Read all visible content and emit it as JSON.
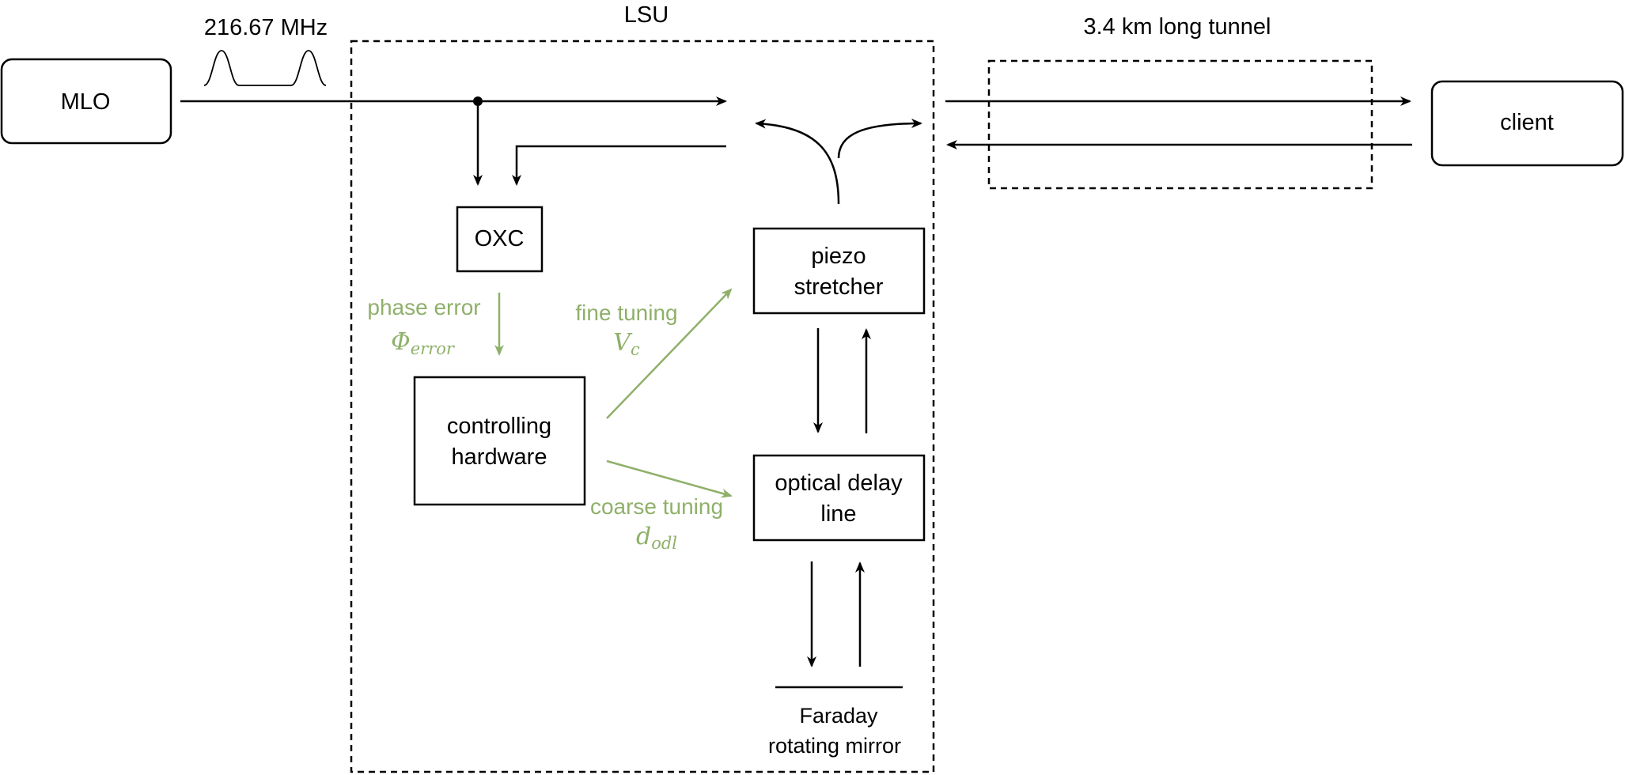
{
  "colors": {
    "line": "#000000",
    "control": "#8fb06a",
    "background": "#ffffff"
  },
  "pulse_label": "216.67 MHz",
  "lsu_label": "LSU",
  "tunnel_label": "3.4 km long tunnel",
  "blocks": {
    "mlo": "MLO",
    "client": "client",
    "oxc": "OXC",
    "piezo": [
      "piezo",
      "stretcher"
    ],
    "controller": [
      "controlling",
      "hardware"
    ],
    "odl": [
      "optical delay",
      "line"
    ]
  },
  "mirror": [
    "Faraday",
    "rotating mirror"
  ],
  "signals": {
    "phase_error": {
      "text": "phase error",
      "symbol": "Φ",
      "subscript": "error"
    },
    "fine_tuning": {
      "text": "fine tuning",
      "symbol": "V",
      "subscript": "c"
    },
    "coarse_tuning": {
      "text": "coarse tuning",
      "symbol": "d",
      "subscript": "odl"
    }
  }
}
